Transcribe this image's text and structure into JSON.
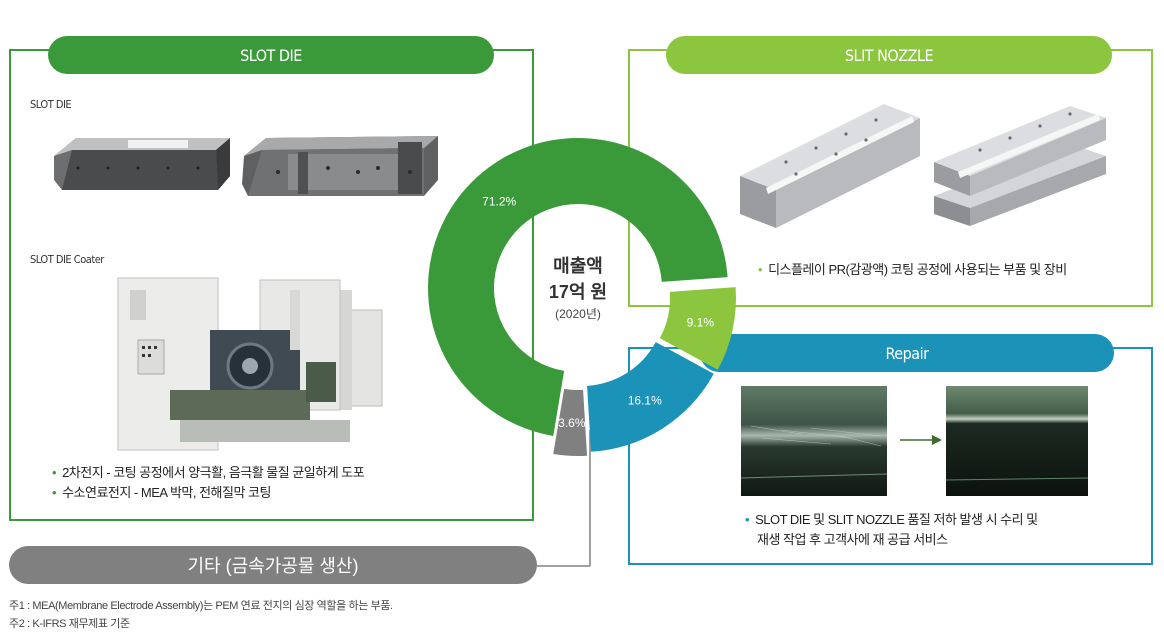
{
  "panels": {
    "slot_die": {
      "title": "SLOT DIE",
      "label_die": "SLOT DIE",
      "label_coater": "SLOT DIE Coater",
      "bullets": [
        "2차전지 - 코팅 공정에서 양극활, 음극활 물질 균일하게 도포",
        "수소연료전지 - MEA 박막, 전해질막 코팅"
      ]
    },
    "slit_nozzle": {
      "title": "SLIT NOZZLE",
      "bullets": [
        "디스플레이 PR(감광액) 코팅 공정에 사용되는 부품 및 장비"
      ]
    },
    "repair": {
      "title": "Repair",
      "bullets": [
        "SLOT DIE 및 SLIT NOZZLE 품질 저하 발생 시 수리 및",
        "재생 작업 후 고객사에 재 공급 서비스"
      ]
    },
    "other": {
      "title": "기타 (금속가공물 생산)"
    }
  },
  "center": {
    "line1": "매출액",
    "line2": "17억 원",
    "line3": "(2020년)"
  },
  "chart_data": {
    "type": "pie",
    "title": "",
    "categories": [
      "SLOT DIE",
      "SLIT NOZZLE",
      "Repair",
      "기타"
    ],
    "values": [
      71.2,
      9.1,
      16.1,
      3.6
    ],
    "value_labels": [
      "71.2%",
      "9.1%",
      "16.1%",
      "3.6%"
    ],
    "colors": [
      "#3a9a3a",
      "#8cc63f",
      "#1b92b8",
      "#808080"
    ]
  },
  "footnotes": [
    "주1 : MEA(Membrane Electrode Assembly)는 PEM 연료 전지의 심장 역할을 하는 부품.",
    "주2 : K-IFRS 재무제표 기준"
  ]
}
